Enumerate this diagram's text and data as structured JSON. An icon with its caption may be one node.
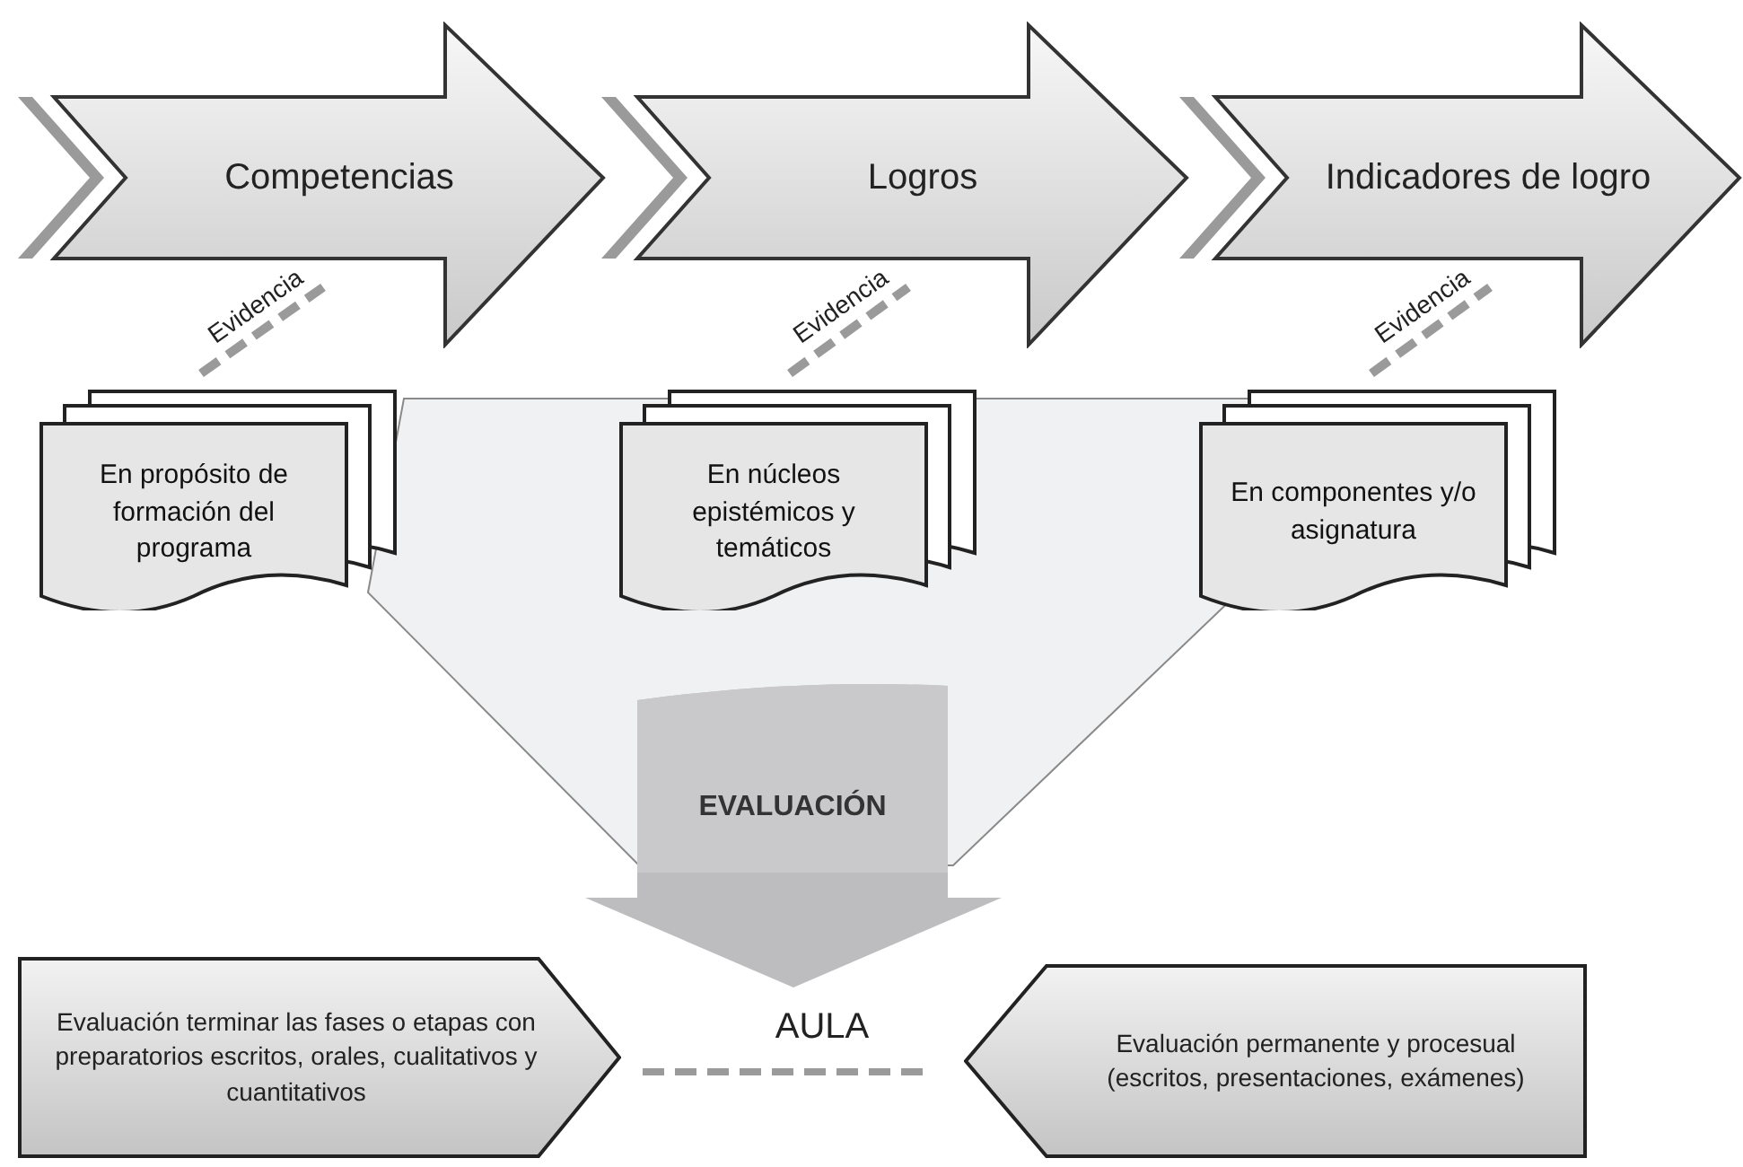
{
  "diagram": {
    "nodes": [
      {
        "text": [
          "Competencias"
        ]
      },
      {
        "text": [
          "Logros"
        ]
      },
      {
        "text": [
          "Indicadores de logro"
        ]
      },
      {
        "text": [
          "En propósito de formación del programa"
        ]
      },
      {
        "text": [
          "En núcleos epistémicos y temáticos"
        ]
      },
      {
        "text": [
          "En componentes y/o asignatura"
        ]
      },
      {
        "text": [
          "EVALUACIÓN"
        ]
      },
      {
        "text": [
          "Evaluación terminar las fases o etapas con preparatorios escritos, orales, cualitativos y cuantitativos"
        ]
      },
      {
        "text": [
          "AULA"
        ]
      },
      {
        "text": [
          "Evaluación permanente y procesual (escritos, presentaciones, exámenes)"
        ]
      }
    ],
    "labels": [
      "Evidencia",
      "Evidencia",
      "Evidencia"
    ]
  }
}
